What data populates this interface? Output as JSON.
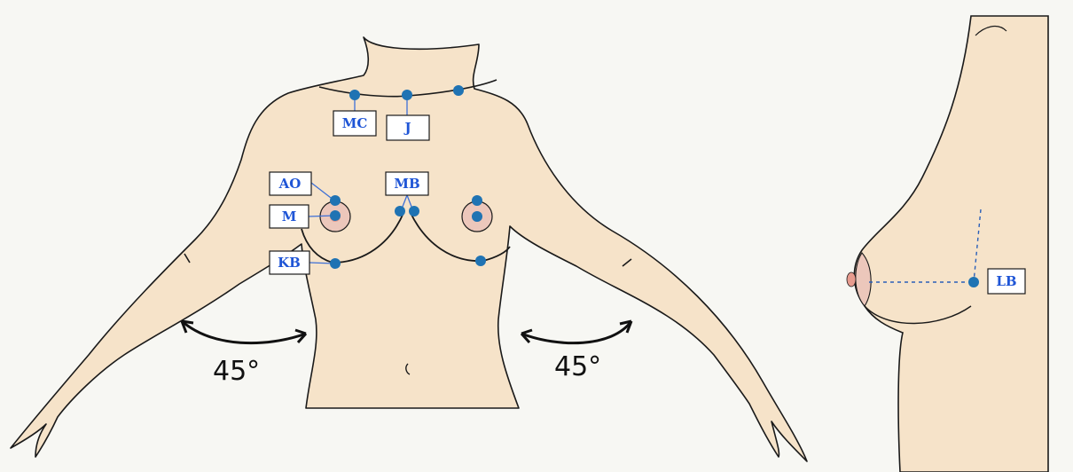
{
  "colors": {
    "skin": "#f6e3c9",
    "areola": "#ecc7bb",
    "nipple": "#e79b8e",
    "marker": "#1f73b3",
    "label_text": "#1f55d6",
    "outline": "#1a1a1a",
    "background": "#f7f7f3"
  },
  "labels": {
    "mc": "MC",
    "j": "J",
    "ao": "AO",
    "mb": "MB",
    "m": "M",
    "kb": "KB",
    "lb": "LB"
  },
  "angles": {
    "left": "45°",
    "right": "45°"
  },
  "icons": {
    "left_arrow": "curved-double-arrow-icon",
    "right_arrow": "curved-double-arrow-icon"
  }
}
